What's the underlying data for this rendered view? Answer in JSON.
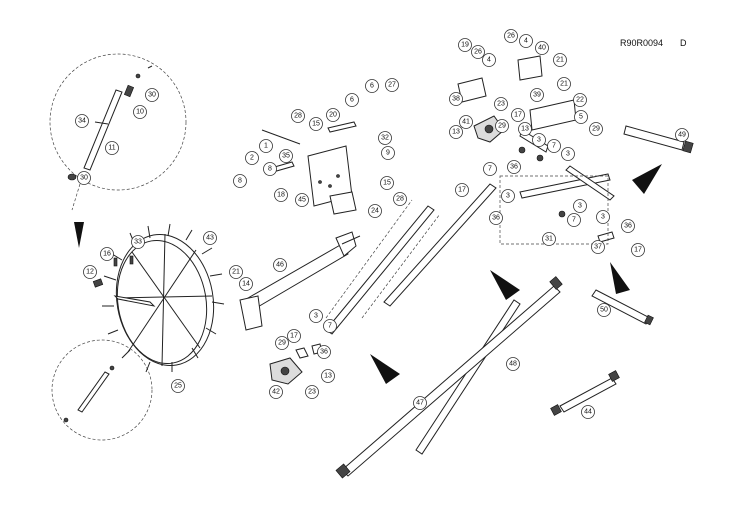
{
  "drawing": {
    "code": "R90R0094",
    "revision": "D"
  },
  "callouts": [
    "30",
    "10",
    "34",
    "11",
    "30",
    "16",
    "33",
    "43",
    "12",
    "25",
    "21",
    "14",
    "46",
    "3",
    "7",
    "36",
    "29",
    "17",
    "13",
    "42",
    "23",
    "1",
    "2",
    "8",
    "35",
    "8",
    "18",
    "45",
    "28",
    "15",
    "20",
    "6",
    "6",
    "27",
    "32",
    "9",
    "15",
    "28",
    "24",
    "19",
    "26",
    "4",
    "26",
    "4",
    "40",
    "21",
    "21",
    "22",
    "38",
    "39",
    "23",
    "41",
    "17",
    "5",
    "29",
    "13",
    "3",
    "29",
    "13",
    "7",
    "3",
    "36",
    "7",
    "17",
    "3",
    "36",
    "3",
    "7",
    "3",
    "31",
    "37",
    "36",
    "17",
    "49",
    "50",
    "48",
    "47",
    "44"
  ]
}
